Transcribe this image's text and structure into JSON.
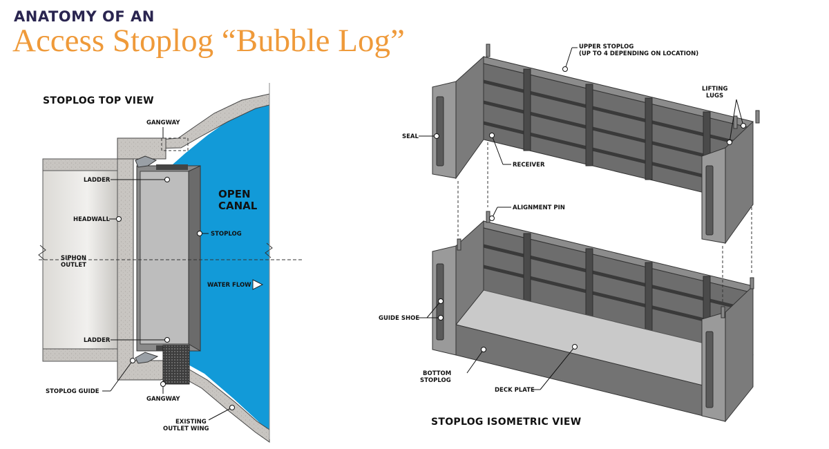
{
  "header": {
    "kicker": "ANATOMY OF AN",
    "title": "Access Stoplog “Bubble Log”"
  },
  "top_view": {
    "title": "STOPLOG TOP VIEW",
    "labels": {
      "gangway_top": "GANGWAY",
      "ladder_top": "LADDER",
      "headwall": "HEADWALL",
      "open_canal_1": "OPEN",
      "open_canal_2": "CANAL",
      "stoplog": "STOPLOG",
      "siphon_outlet_1": "SIPHON",
      "siphon_outlet_2": "OUTLET",
      "water_flow": "WATER FLOW",
      "ladder_bottom": "LADDER",
      "stoplog_guide": "STOPLOG GUIDE",
      "gangway_bottom": "GANGWAY",
      "existing_outlet_wing_1": "EXISTING",
      "existing_outlet_wing_2": "OUTLET WING"
    }
  },
  "isometric_view": {
    "title": "STOPLOG ISOMETRIC VIEW",
    "labels": {
      "upper_stoplog_1": "UPPER STOPLOG",
      "upper_stoplog_2": "(UP TO 4 DEPENDING ON LOCATION)",
      "lifting_lugs_1": "LIFTING",
      "lifting_lugs_2": "LUGS",
      "seal": "SEAL",
      "receiver": "RECEIVER",
      "alignment_pin": "ALIGNMENT PIN",
      "guide_shoe": "GUIDE SHOE",
      "bottom_stoplog_1": "BOTTOM",
      "bottom_stoplog_2": "STOPLOG",
      "deck_plate": "DECK PLATE"
    }
  },
  "colors": {
    "title_orange": "#ef9a3a",
    "kicker_navy": "#2a2550",
    "water_blue": "#129ad8",
    "steel_dark": "#5b5b5b",
    "steel_mid": "#7a7a7a",
    "concrete": "#c9c6c2"
  }
}
